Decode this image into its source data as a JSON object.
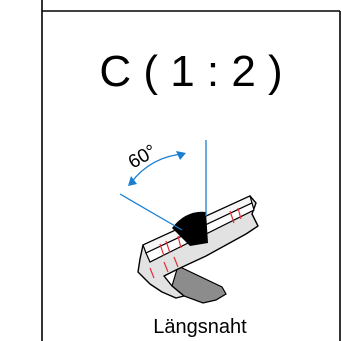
{
  "detail": {
    "title": "C ( 1 : 2 )",
    "caption": "Längsnaht",
    "angle_label": "60°"
  },
  "colors": {
    "frame": "#000000",
    "dimension": "#1a7fd0",
    "hatch": "#e0303a",
    "weld": "#000000",
    "plate_fill": "#e2e2e2",
    "plate_shadow": "#8c8c8c"
  }
}
